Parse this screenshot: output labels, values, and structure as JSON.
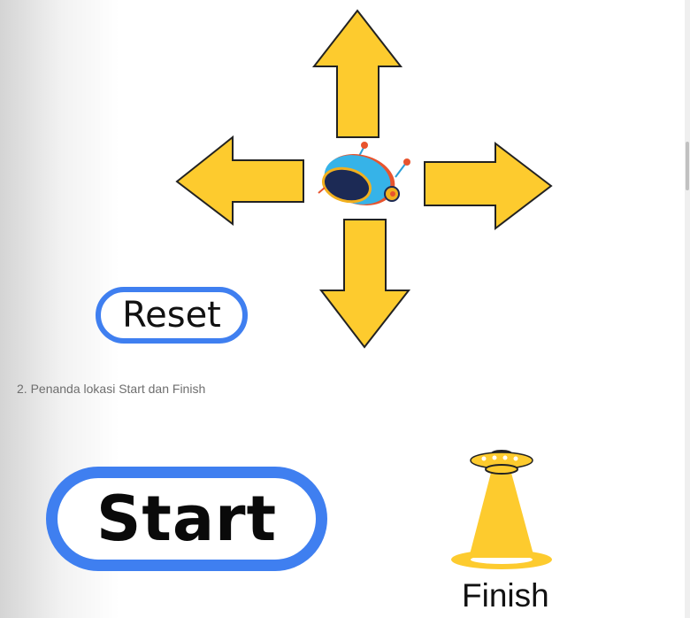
{
  "controls": {
    "reset_label": "Reset"
  },
  "caption": "2. Penanda lokasi Start dan Finish",
  "markers": {
    "start_label": "Start",
    "finish_label": "Finish"
  },
  "colors": {
    "arrow": "#fdcb2e",
    "button_border": "#3f7ff0"
  }
}
